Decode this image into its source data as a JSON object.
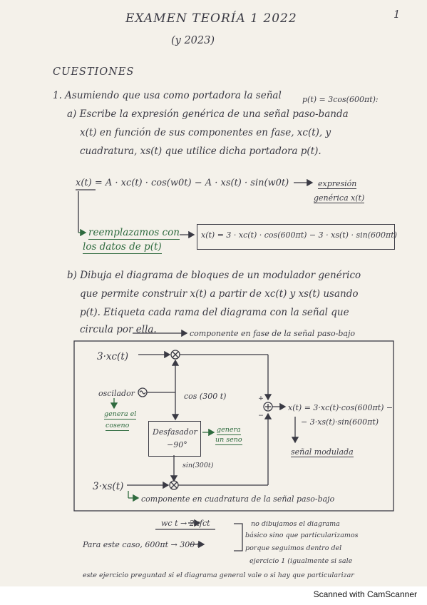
{
  "page_number": "1",
  "title": "EXAMEN  TEORÍA 1 2022",
  "subtitle": "(y 2023)",
  "section": "CUESTIONES",
  "q1": {
    "statement": "1. Asumiendo que usa como portadora la señal",
    "carrier": "p(t) = 3cos(600πt):",
    "a_line1": "a) Escribe la expresión genérica de una señal paso-banda",
    "a_line2": "x(t) en función de sus componentes en fase, xc(t), y",
    "a_line3": "cuadratura, xs(t) que utilice dicha portadora p(t).",
    "generic_expr": "x(t) = A · xc(t) · cos(w0t) − A · xs(t) · sin(w0t)",
    "generic_note_1": "expresión",
    "generic_note_2": "genérica x(t)",
    "replace_1": "reemplazamos con",
    "replace_2": "los datos de p(t)",
    "result_expr": "x(t) = 3 · xc(t) · cos(600πt) − 3 · xs(t) · sin(600πt)",
    "b_line1": "b) Dibuja el diagrama de bloques de un modulador genérico",
    "b_line2": "que permite construir x(t) a partir de xc(t) y xs(t) usando",
    "b_line3": "p(t). Etiqueta cada rama del diagrama con la señal que",
    "b_line4": "circula por ella.",
    "phase_note": "componente en fase de la señal paso-bajo"
  },
  "diagram": {
    "in_c": "3·xc(t)",
    "in_s": "3·xs(t)",
    "oscillator": "oscilador",
    "osc_note_1": "genera el",
    "osc_note_2": "coseno",
    "cos_label": "cos (300 t)",
    "shifter_1": "Desfasador",
    "shifter_2": "−90°",
    "shift_note_1": "genera",
    "shift_note_2": "un seno",
    "sin_label": "sin(300t)",
    "output_1": "x(t) = 3·xc(t)·cos(600πt) −",
    "output_2": "− 3·xs(t)·sin(600πt)",
    "modulated": "señal modulada",
    "quad_note": "componente en cuadratura de la señal paso-bajo",
    "plus": "+",
    "minus": "−"
  },
  "notes": {
    "w_map": "wc t → 2πfct",
    "case_label": "Para este caso, 600πt → 300 t",
    "n1": "no dibujamos el diagrama",
    "n2": "básico sino que particularizamos",
    "n3": "porque seguimos dentro del",
    "n4": "ejercicio 1 (igualmente si sale",
    "bottom": "este ejercicio preguntad si el diagrama general vale o si hay que particularizar"
  },
  "footer": "Scanned with CamScanner",
  "colors": {
    "ink": "#3a3a44",
    "green": "#2f6b3f",
    "paper": "#f4f1ea"
  }
}
